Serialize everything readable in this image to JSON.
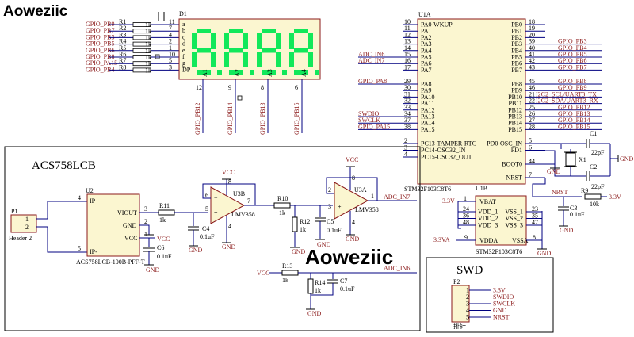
{
  "watermark": "Aoweziic",
  "display": {
    "ref": "D1",
    "digits": "8.8.8.8.",
    "segment_color": "#12e85a",
    "body_color": "#fbf6d0",
    "pin_letters": [
      "a",
      "b",
      "c",
      "d",
      "e",
      "f",
      "g",
      "DP"
    ],
    "pin_numbers": [
      "11",
      "7",
      "4",
      "2",
      "1",
      "10",
      "5",
      "3"
    ],
    "digit_pins": [
      "A1",
      "A2",
      "A3",
      "A4"
    ],
    "digit_pin_numbers": [
      "12",
      "9",
      "8",
      "6"
    ],
    "digit_nets": [
      "GPIO_PB12",
      "GPIO_PB14",
      "GPIO_PB13",
      "GPIO_PB15"
    ]
  },
  "segment_resistors": [
    {
      "net": "GPIO_PB9",
      "ref": "R1",
      "value": "1k"
    },
    {
      "net": "GPIO_PB7",
      "ref": "R2",
      "value": "1k"
    },
    {
      "net": "GPIO_PB3",
      "ref": "R3",
      "value": "1k"
    },
    {
      "net": "GPIO_PB5",
      "ref": "R4",
      "value": "1k"
    },
    {
      "net": "GPIO_PB6",
      "ref": "R5",
      "value": "1k"
    },
    {
      "net": "GPIO_PB8",
      "ref": "R6",
      "value": "1k"
    },
    {
      "net": "GPIO_PA15",
      "ref": "R7",
      "value": "1k"
    },
    {
      "net": "GPIO_PB4",
      "ref": "R8",
      "value": "1k"
    }
  ],
  "mcu": {
    "ref": "U1A",
    "part": "STM32F103C8T6",
    "left_pins": [
      {
        "num": "10",
        "name": "PA0-WKUP",
        "net": ""
      },
      {
        "num": "11",
        "name": "PA1",
        "net": ""
      },
      {
        "num": "12",
        "name": "PA2",
        "net": ""
      },
      {
        "num": "13",
        "name": "PA3",
        "net": ""
      },
      {
        "num": "14",
        "name": "PA4",
        "net": ""
      },
      {
        "num": "15",
        "name": "PA5",
        "net": "ADC_IN6"
      },
      {
        "num": "16",
        "name": "PA6",
        "net": "ADC_IN7"
      },
      {
        "num": "17",
        "name": "PA7",
        "net": ""
      },
      {
        "num": "29",
        "name": "PA8",
        "net": "GPIO_PA8"
      },
      {
        "num": "30",
        "name": "PA9",
        "net": ""
      },
      {
        "num": "31",
        "name": "PA10",
        "net": ""
      },
      {
        "num": "32",
        "name": "PA11",
        "net": ""
      },
      {
        "num": "33",
        "name": "PA12",
        "net": ""
      },
      {
        "num": "34",
        "name": "PA13",
        "net": "SWDIO"
      },
      {
        "num": "37",
        "name": "PA14",
        "net": "SWCLK"
      },
      {
        "num": "38",
        "name": "PA15",
        "net": "GPIO_PA15"
      },
      {
        "num": "2",
        "name": "PC13-TAMPER-RTC",
        "net": ""
      },
      {
        "num": "3",
        "name": "PC14-OSC32_IN",
        "net": ""
      },
      {
        "num": "4",
        "name": "PC15-OSC32_OUT",
        "net": ""
      }
    ],
    "right_pins": [
      {
        "num": "18",
        "name": "PB0",
        "net": ""
      },
      {
        "num": "19",
        "name": "PB1",
        "net": ""
      },
      {
        "num": "20",
        "name": "PB2",
        "net": ""
      },
      {
        "num": "39",
        "name": "PB3",
        "net": "GPIO_PB3"
      },
      {
        "num": "40",
        "name": "PB4",
        "net": "GPIO_PB4"
      },
      {
        "num": "41",
        "name": "PB5",
        "net": "GPIO_PB5"
      },
      {
        "num": "42",
        "name": "PB6",
        "net": "GPIO_PB6"
      },
      {
        "num": "43",
        "name": "PB7",
        "net": "GPIO_PB7"
      },
      {
        "num": "45",
        "name": "PB8",
        "net": "GPIO_PB8"
      },
      {
        "num": "46",
        "name": "PB9",
        "net": "GPIO_PB9"
      },
      {
        "num": "21",
        "name": "PB10",
        "net": "I2C2_SCL/UART3_TX"
      },
      {
        "num": "22",
        "name": "PB11",
        "net": "I2C2_SDA/UART3_RX"
      },
      {
        "num": "25",
        "name": "PB12",
        "net": "GPIO_PB12"
      },
      {
        "num": "26",
        "name": "PB13",
        "net": "GPIO_PB13"
      },
      {
        "num": "27",
        "name": "PB14",
        "net": "GPIO_PB14"
      },
      {
        "num": "28",
        "name": "PB15",
        "net": "GPIO_PB15"
      },
      {
        "num": "5",
        "name": "PD0-OSC_IN",
        "net": ""
      },
      {
        "num": "6",
        "name": "PD1",
        "net": ""
      },
      {
        "num": "44",
        "name": "BOOT0",
        "net": ""
      },
      {
        "num": "7",
        "name": "NRST",
        "net": ""
      }
    ]
  },
  "crystal": {
    "ref": "X1",
    "c1": "C1",
    "c1_val": "22pF",
    "c2": "C2",
    "c2_val": "22pF",
    "gnd": "GND"
  },
  "power_block": {
    "ref": "U1B",
    "part": "STM32F103C8T6",
    "vbat_pin": "1",
    "vbat": "VBAT",
    "supply": "3.3V",
    "vdd_pins": [
      {
        "num": "24",
        "name": "VDD_1"
      },
      {
        "num": "36",
        "name": "VDD_2"
      },
      {
        "num": "48",
        "name": "VDD_3"
      }
    ],
    "vss_pins": [
      {
        "num": "23",
        "name": "VSS_1"
      },
      {
        "num": "35",
        "name": "VSS_2"
      },
      {
        "num": "47",
        "name": "VSS_3"
      }
    ],
    "vdda_pin": "9",
    "vdda": "VDDA",
    "vdda_supply": "3.3VA",
    "vssa_pin": "8",
    "vssa": "VSSA"
  },
  "reset": {
    "net": "NRST",
    "r_ref": "R9",
    "r_val": "10k",
    "c_ref": "C3",
    "c_val": "0.1uF",
    "supply": "3.3V"
  },
  "current_sensor": {
    "title": "ACS758LCB",
    "conn_ref": "P1",
    "conn_name": "Header 2",
    "conn_pins": [
      "1",
      "2"
    ],
    "ic_ref": "U2",
    "ic_part": "ACS758LCB-100B-PFF-T",
    "pins": {
      "ip_plus": "IP+",
      "ip_minus": "IP-",
      "viout": "VIOUT",
      "gnd": "GND",
      "vcc": "VCC"
    },
    "pin_nums": {
      "ip_plus": "4",
      "ip_minus": "5",
      "viout": "3",
      "gnd": "2",
      "vcc": "1"
    },
    "r11": "R11",
    "r11_val": "1k",
    "c4": "C4",
    "c4_val": "0.1uF",
    "c6": "C6",
    "c6_val": "0.1uF"
  },
  "opamp1": {
    "ref": "U3B",
    "part": "LMV358",
    "pins": [
      "6",
      "5",
      "7",
      "8",
      "4"
    ]
  },
  "opamp2": {
    "ref": "U3A",
    "part": "LMV358",
    "pins": [
      "2",
      "3",
      "1",
      "8",
      "4"
    ]
  },
  "stage2": {
    "r10": "R10",
    "r10_val": "1k",
    "r12": "R12",
    "r12_val": "1k",
    "c5": "C5",
    "c5_val": "0.1uF",
    "out_net": "ADC_IN7"
  },
  "divider": {
    "r13": "R13",
    "r13_val": "1k",
    "r14": "R14",
    "r14_val": "1k",
    "c7": "C7",
    "c7_val": "0.1uF",
    "out_net": "ADC_IN6"
  },
  "power_labels": {
    "vcc": "VCC",
    "gnd": "GND"
  },
  "swd": {
    "title": "SWD",
    "ref": "P2",
    "name": "排针",
    "pins": [
      {
        "num": "1",
        "net": "3.3V"
      },
      {
        "num": "2",
        "net": "SWDIO"
      },
      {
        "num": "3",
        "net": "SWCLK"
      },
      {
        "num": "4",
        "net": "GND"
      },
      {
        "num": "5",
        "net": "NRST"
      }
    ]
  }
}
